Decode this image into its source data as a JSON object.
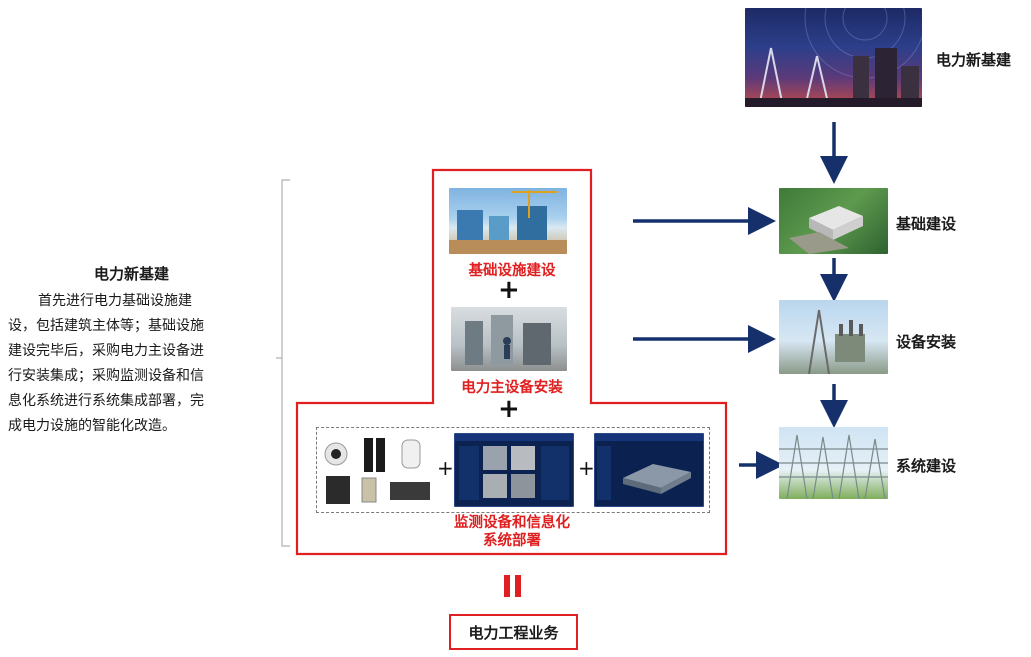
{
  "left": {
    "title": "电力新基建",
    "lines": [
      "首先进行电力基础设施建",
      "设，包括建筑主体等；基础设施",
      "建设完毕后，采购电力主设备进",
      "行安装集成；采购监测设备和信",
      "息化系统进行系统集成部署，完",
      "成电力设施的智能化改造。"
    ]
  },
  "center": {
    "step1": "基础设施建设",
    "step2": "电力主设备安装",
    "step3_line1": "监测设备和信息化",
    "step3_line2": "系统部署",
    "plus": "+",
    "equals": "II",
    "result": "电力工程业务"
  },
  "right": {
    "top": "电力新基建",
    "s1": "基础建设",
    "s2": "设备安装",
    "s3": "系统建设"
  },
  "colors": {
    "accent_red": "#e02020",
    "arrow_navy": "#15306b"
  }
}
